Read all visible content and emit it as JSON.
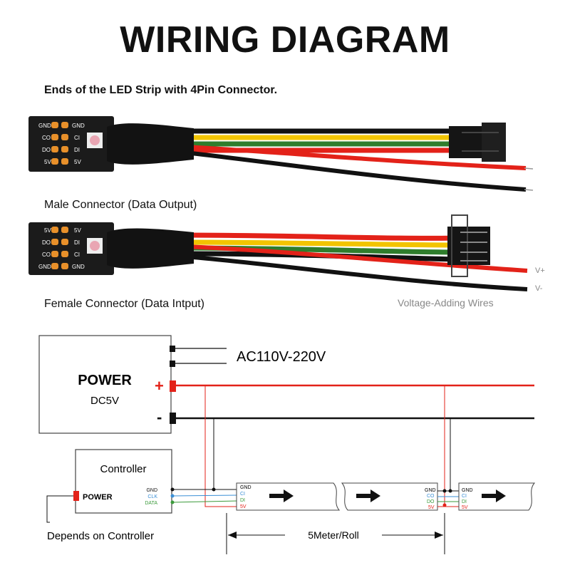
{
  "title": "WIRING DIAGRAM",
  "strip_heading": "Ends of the LED Strip with 4Pin Connector.",
  "male_connector_caption": "Male Connector (Data Output)",
  "female_connector_caption": "Female Connector (Data Intput)",
  "voltage_wires_label": "Voltage-Adding Wires",
  "v_plus": "V+",
  "v_minus": "V-",
  "strip_pads": {
    "male_left": [
      "GND",
      "CO",
      "DO",
      "5V"
    ],
    "male_right": [
      "GND",
      "CI",
      "DI",
      "5V"
    ],
    "female_left": [
      "5V",
      "DO",
      "CO",
      "GND"
    ],
    "female_right": [
      "5V",
      "DI",
      "CI",
      "GND"
    ]
  },
  "power_supply": {
    "title": "POWER",
    "subtitle": "DC5V",
    "ac_label": "AC110V-220V",
    "plus": "+",
    "minus": "-"
  },
  "controller": {
    "title": "Controller",
    "power_label": "POWER",
    "pins": [
      "GND",
      "CLK",
      "DATA"
    ],
    "note": "Depends on Controller"
  },
  "strip_segment_pins": [
    "GND",
    "CI",
    "DI",
    "5V"
  ],
  "strip_segment_out_pins": [
    "GND",
    "CO",
    "DO",
    "5V"
  ],
  "length_label": "5Meter/Roll",
  "colors": {
    "red_wire": "#e32219",
    "yellow_wire": "#f2c400",
    "green_wire": "#2f7d2c",
    "black_wire": "#111111",
    "pcb": "#1b1b1b",
    "pad": "#e8902a",
    "clk_pin": "#3a8fd6",
    "data_pin": "#3b9a3b"
  }
}
